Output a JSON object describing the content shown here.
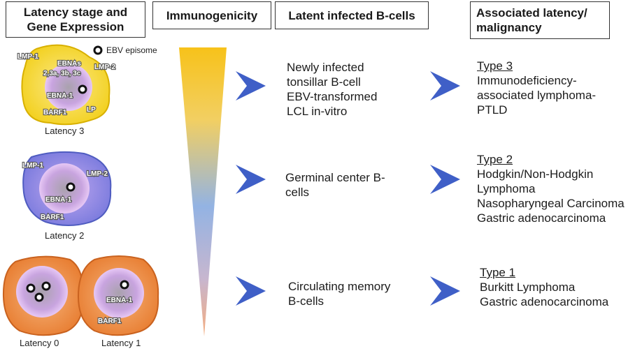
{
  "headers": {
    "latency_stage_line1": "Latency stage and",
    "latency_stage_line2": "Gene Expression",
    "immunogenicity": "Immunogenicity",
    "latent_cells": "Latent infected B-cells",
    "associated_line1": "Associated latency/",
    "associated_line2": "malignancy"
  },
  "legend": {
    "episome": "EBV episome"
  },
  "cells": {
    "latency3": {
      "caption": "Latency 3",
      "lmp1": "LMP-1",
      "ebnas_line1": "EBNAs",
      "ebnas_line2": "2,3a, 3b, 3c",
      "lmp2": "LMP-2",
      "ebna1": "EBNA-1",
      "barf1": "BARF1",
      "lp": "LP"
    },
    "latency2": {
      "caption": "Latency 2",
      "lmp1": "LMP-1",
      "lmp2": "LMP-2",
      "ebna1": "EBNA-1",
      "barf1": "BARF1"
    },
    "latency0": {
      "caption": "Latency 0"
    },
    "latency1": {
      "caption": "Latency 1",
      "ebna1": "EBNA-1",
      "barf1": "BARF1"
    }
  },
  "colors": {
    "latency3_membrane": "#f3d21f",
    "latency2_membrane": "#6d74d6",
    "latency01_membrane": "#e8843a",
    "nucleus": "#c9a5e0",
    "arrow": "#3f5fc7",
    "gradient_top": "#f7c21a",
    "gradient_mid": "#93b3e3",
    "gradient_bottom": "#f5ad7f"
  },
  "rows": [
    {
      "cells_lines": [
        "Newly infected",
        "tonsillar B-cell",
        "EBV-transformed",
        "LCL in-vitro"
      ],
      "type_title": "Type 3",
      "malignancy_lines": [
        "Immunodeficiency-",
        "associated lymphoma-",
        "PTLD"
      ]
    },
    {
      "cells_lines": [
        "Germinal center B-",
        "cells"
      ],
      "type_title": "Type 2",
      "malignancy_lines": [
        "Hodgkin/Non-Hodgkin",
        "Lymphoma",
        "Nasopharyngeal Carcinoma",
        "Gastric adenocarcinoma"
      ]
    },
    {
      "cells_lines": [
        "Circulating memory",
        "B-cells"
      ],
      "type_title": "Type 1",
      "malignancy_lines": [
        "Burkitt Lymphoma",
        "Gastric adenocarcinoma"
      ]
    }
  ]
}
